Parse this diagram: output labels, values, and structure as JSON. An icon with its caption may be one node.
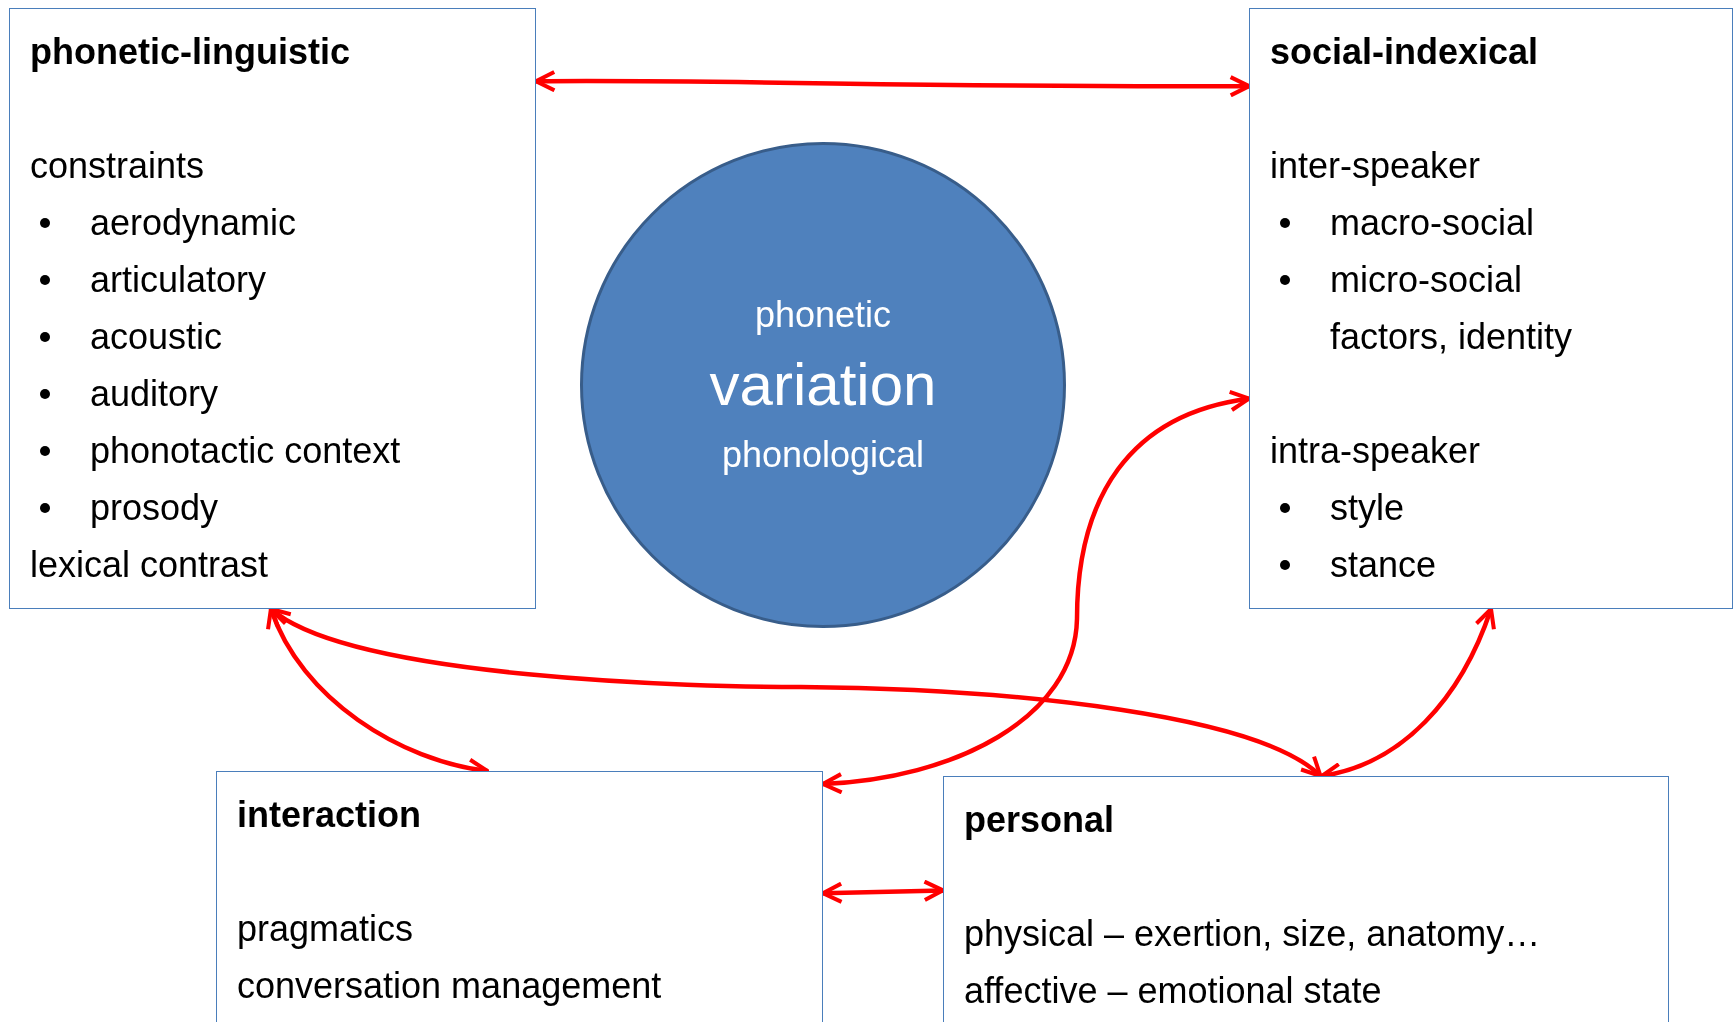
{
  "diagram": {
    "nodes": [
      {
        "text": [
          "phonetic-linguistic",
          "constraints",
          "aerodynamic",
          "articulatory",
          "acoustic",
          "auditory",
          "phonotactic context",
          "prosody",
          "lexical contrast"
        ]
      },
      {
        "text": [
          "social-indexical",
          "inter-speaker",
          "macro-social",
          "micro-social factors, identity",
          "intra-speaker",
          "style",
          "stance"
        ]
      },
      {
        "text": [
          "phonetic",
          "variation",
          "phonological"
        ]
      },
      {
        "text": [
          "interaction",
          "pragmatics",
          "conversation management"
        ]
      },
      {
        "text": [
          "personal",
          "physical – exertion, size, anatomy…",
          "affective – emotional state"
        ]
      }
    ],
    "edges": [
      {
        "from": 0,
        "to": 1,
        "arrow": "both"
      },
      {
        "from": 0,
        "to": 3,
        "arrow": "both"
      },
      {
        "from": 0,
        "to": 4,
        "arrow": "both"
      },
      {
        "from": 1,
        "to": 3,
        "arrow": "both"
      },
      {
        "from": 1,
        "to": 4,
        "arrow": "both"
      },
      {
        "from": 3,
        "to": 4,
        "arrow": "both"
      }
    ]
  }
}
